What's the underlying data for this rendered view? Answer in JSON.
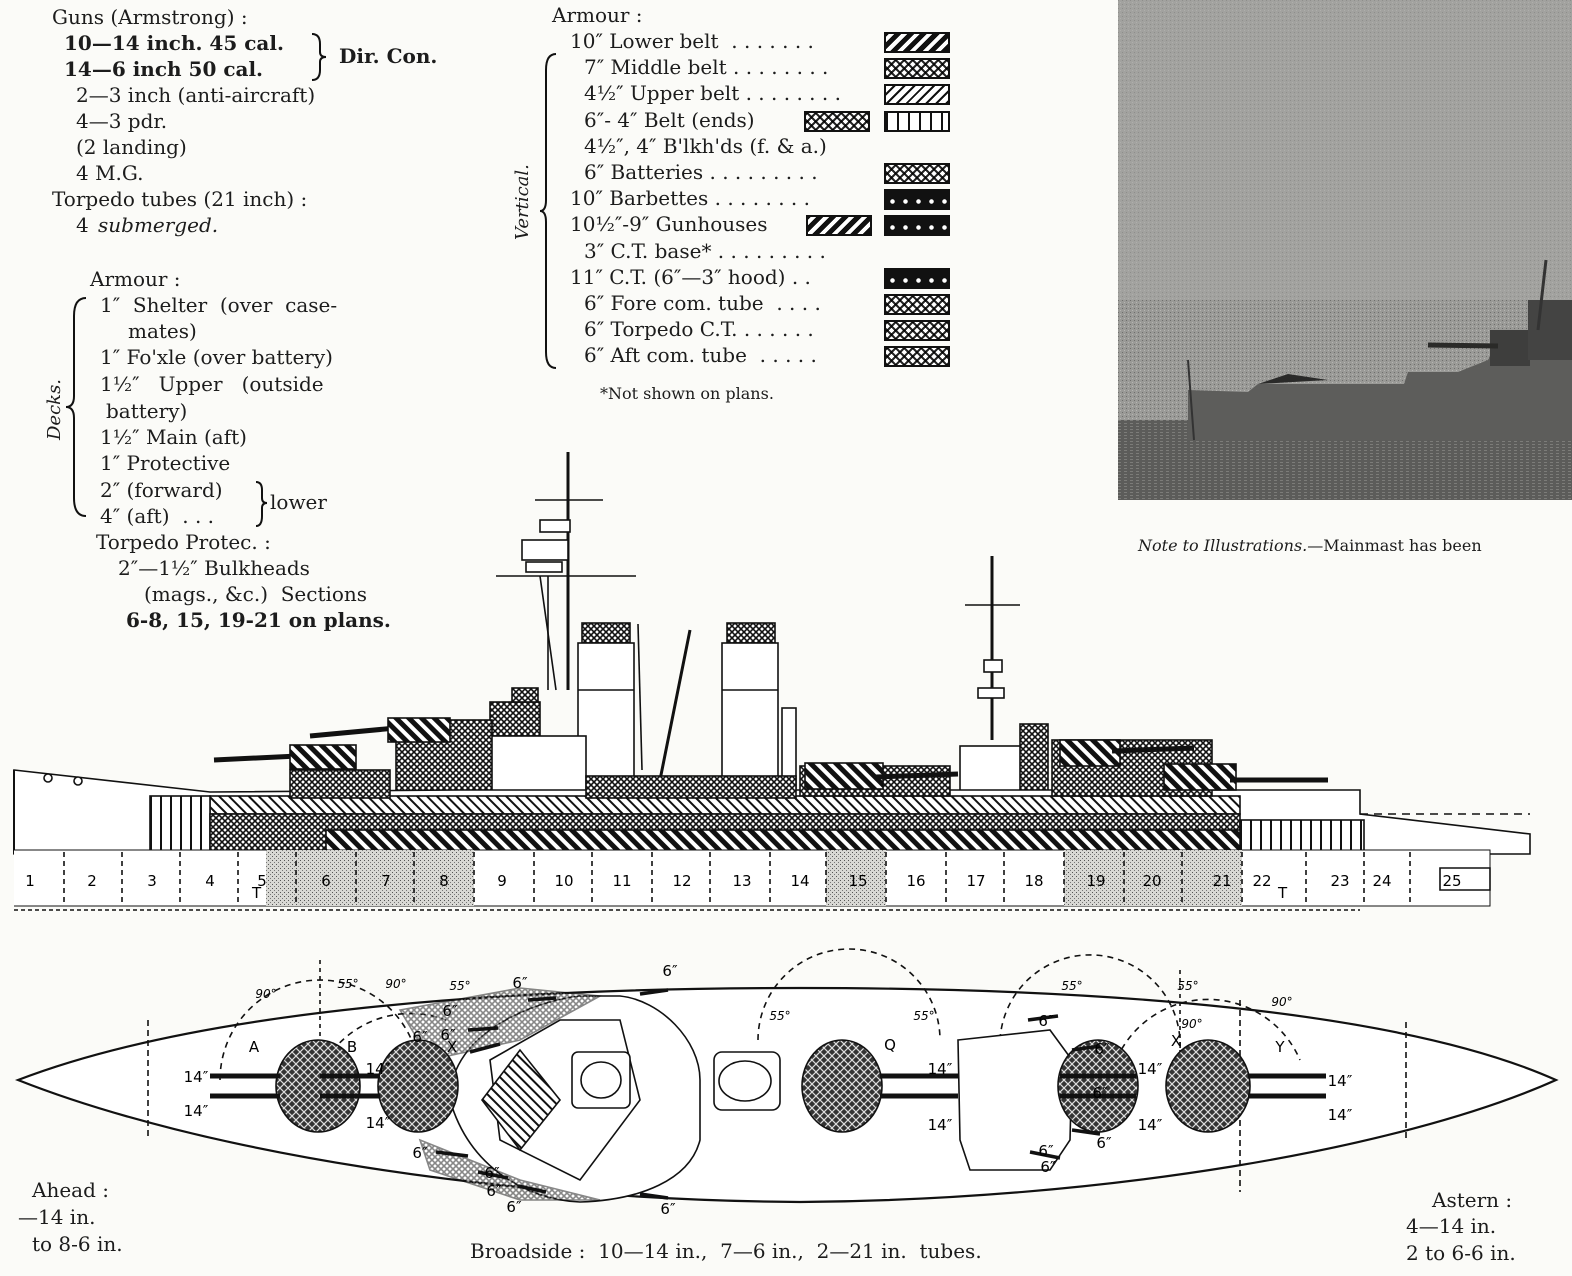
{
  "guns": {
    "heading": "Guns (Armstrong) :",
    "lines": [
      "10—14 inch. 45 cal.",
      "14—6 inch 50 cal.",
      "2—3 inch (anti-aircraft)",
      "4—3 pdr.",
      "(2 landing)",
      "4 M.G."
    ],
    "dir_con": "Dir. Con.",
    "torpedo_heading": "Torpedo tubes (21 inch) :",
    "torpedo_num": "4",
    "torpedo_type": "submerged."
  },
  "deck_armour": {
    "heading": "Armour :",
    "side_label": "Decks.",
    "lines": [
      "1″  Shelter  (over  case-",
      "mates)",
      "1″ Fo'xle (over battery)",
      "1½″   Upper   (outside",
      "battery)",
      "1½″ Main (aft)",
      "1″ Protective",
      "2″ (forward)",
      "4″ (aft)  . . ."
    ],
    "lower_label": "lower",
    "protec_heading": "Torpedo Protec. :",
    "protec_lines": [
      "2″—1½″ Bulkheads",
      "(mags., &c.)  Sections",
      "6-8, 15, 19-21 on plans."
    ]
  },
  "vertical_armour": {
    "heading": "Armour :",
    "side_label": "Vertical.",
    "rows": [
      {
        "label": "10″ Lower belt  . . . . . . .",
        "swatch": "diag"
      },
      {
        "label": "7″ Middle belt . . . . . . . .",
        "swatch": "cross"
      },
      {
        "label": "4½″ Upper belt . . . . . . . .",
        "swatch": "thin"
      },
      {
        "label": "6″- 4″ Belt (ends)",
        "swatch": "cross",
        "swatch2": "vert"
      },
      {
        "label": "4½″, 4″ B'lkh'ds (f. & a.)",
        "swatch": ""
      },
      {
        "label": "6″ Batteries . . . . . . . . .",
        "swatch": "cross"
      },
      {
        "label": "10″ Barbettes . . . . . . . .",
        "swatch": "dots"
      },
      {
        "label": "10½″-9″ Gunhouses",
        "swatch": "diag",
        "swatch2": "dots"
      },
      {
        "label": "3″ C.T. base* . . . . . . . . .",
        "swatch": ""
      },
      {
        "label": "11″ C.T. (6″—3″ hood) . .",
        "swatch": "dots"
      },
      {
        "label": "6″ Fore com. tube  . . . .",
        "swatch": "cross"
      },
      {
        "label": "6″ Torpedo C.T. . . . . . .",
        "swatch": "cross"
      },
      {
        "label": "6″ Aft com. tube  . . . . .",
        "swatch": "cross"
      }
    ],
    "footnote": "*Not shown on plans."
  },
  "note": {
    "italic": "Note to Illustrations.",
    "text": "—Mainmast has been"
  },
  "profile": {
    "sections": [
      "1",
      "2",
      "3",
      "4",
      "5",
      "6",
      "7",
      "8",
      "9",
      "10",
      "11",
      "12",
      "13",
      "14",
      "15",
      "16",
      "17",
      "18",
      "19",
      "20",
      "21",
      "22",
      "23",
      "24",
      "25"
    ],
    "t_label": "T"
  },
  "plan": {
    "turrets": [
      "A",
      "B",
      "X",
      "Q",
      "X",
      "Y"
    ],
    "gun_labels": [
      "14″",
      "14″",
      "14″",
      "14″",
      "14″",
      "14″",
      "14″",
      "14″",
      "14″",
      "14″"
    ],
    "six_labels": [
      "6″",
      "6″",
      "6″",
      "6″",
      "6″",
      "6″",
      "6″",
      "6″",
      "6″",
      "6″",
      "6″",
      "6″",
      "6″",
      "6″",
      "6″",
      "6″"
    ],
    "angles": [
      "90°",
      "55°",
      "90°",
      "55°",
      "55°",
      "55°",
      "55°",
      "55°",
      "90°",
      "90°"
    ]
  },
  "ahead": {
    "heading": "Ahead :",
    "l1": "—14 in.",
    "l2": "to 8-6 in."
  },
  "astern": {
    "heading": "Astern :",
    "l1": "4—14 in.",
    "l2": "2 to 6-6 in."
  },
  "broadside": "Broadside :  10—14 in.,  7—6 in.,  2—21 in.  tubes."
}
